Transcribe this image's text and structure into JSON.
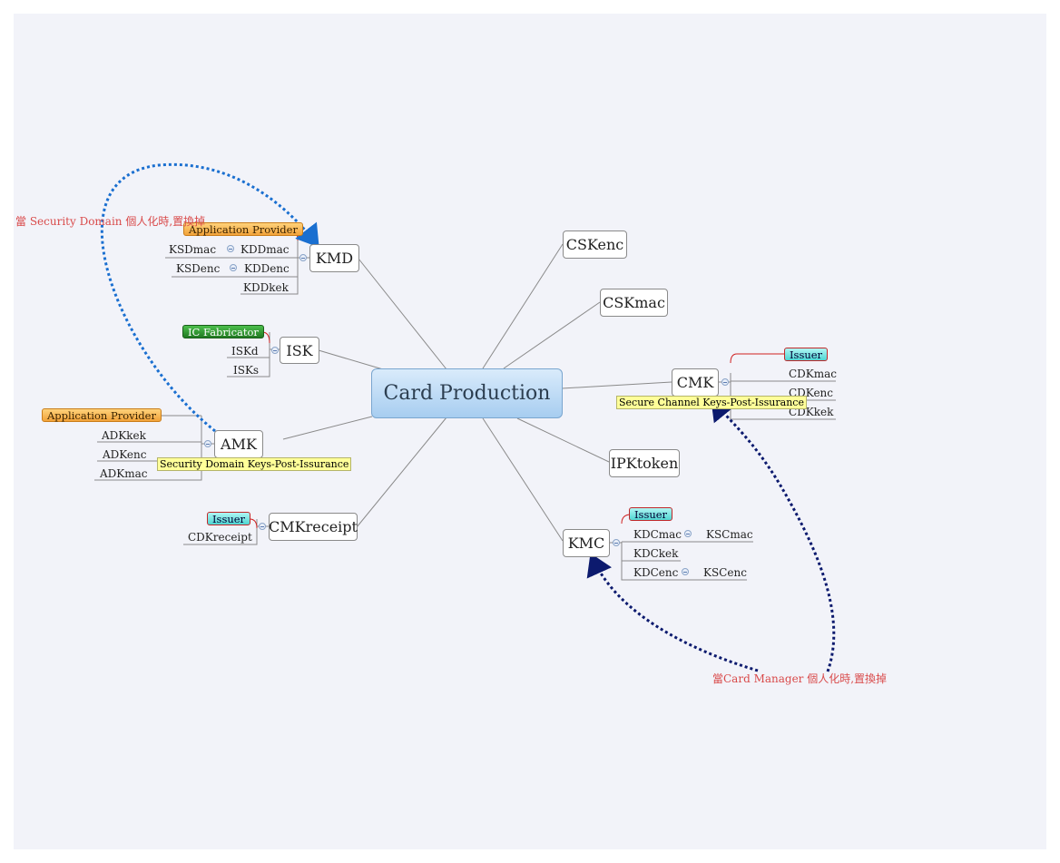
{
  "central": {
    "label": "Card Production"
  },
  "branches": {
    "kmd": {
      "label": "KMD",
      "tag": "Application Provider",
      "leaves": [
        "KSDmac",
        "KDDmac",
        "KSDenc",
        "KDDenc",
        "KDDkek"
      ]
    },
    "isk": {
      "label": "ISK",
      "tag": "IC Fabricator",
      "leaves": [
        "ISKd",
        "ISKs"
      ]
    },
    "amk": {
      "label": "AMK",
      "tag": "Application Provider",
      "leaves": [
        "ADKkek",
        "ADKenc",
        "ADKmac"
      ],
      "note": "Security Domain Keys-Post-Issurance"
    },
    "cmkreceipt": {
      "label": "CMKreceipt",
      "tag": "Issuer",
      "leaves": [
        "CDKreceipt"
      ]
    },
    "csk_enc": {
      "label": "CSKenc"
    },
    "csk_mac": {
      "label": "CSKmac"
    },
    "cmk": {
      "label": "CMK",
      "tag": "Issuer",
      "leaves": [
        "CDKmac",
        "CDKenc",
        "CDKkek"
      ],
      "note": "Secure Channel Keys-Post-Issurance"
    },
    "ipktoken": {
      "label": "IPKtoken"
    },
    "kmc": {
      "label": "KMC",
      "tag": "Issuer",
      "leaves": [
        "KDCmac",
        "KSCmac",
        "KDCkek",
        "KDCenc",
        "KSCenc"
      ]
    }
  },
  "callouts": {
    "security_domain": "當 Security Domain 個人化時,置換掉",
    "card_manager": "當Card Manager 個人化時,置換掉"
  },
  "colors": {
    "canvas": "#f2f3f9",
    "line": "#8a8a8a",
    "red_line": "#d02020",
    "arrow_blue": "#1a6fd0",
    "arrow_navy": "#0c1a6e",
    "callout_text": "#d94a4a"
  }
}
